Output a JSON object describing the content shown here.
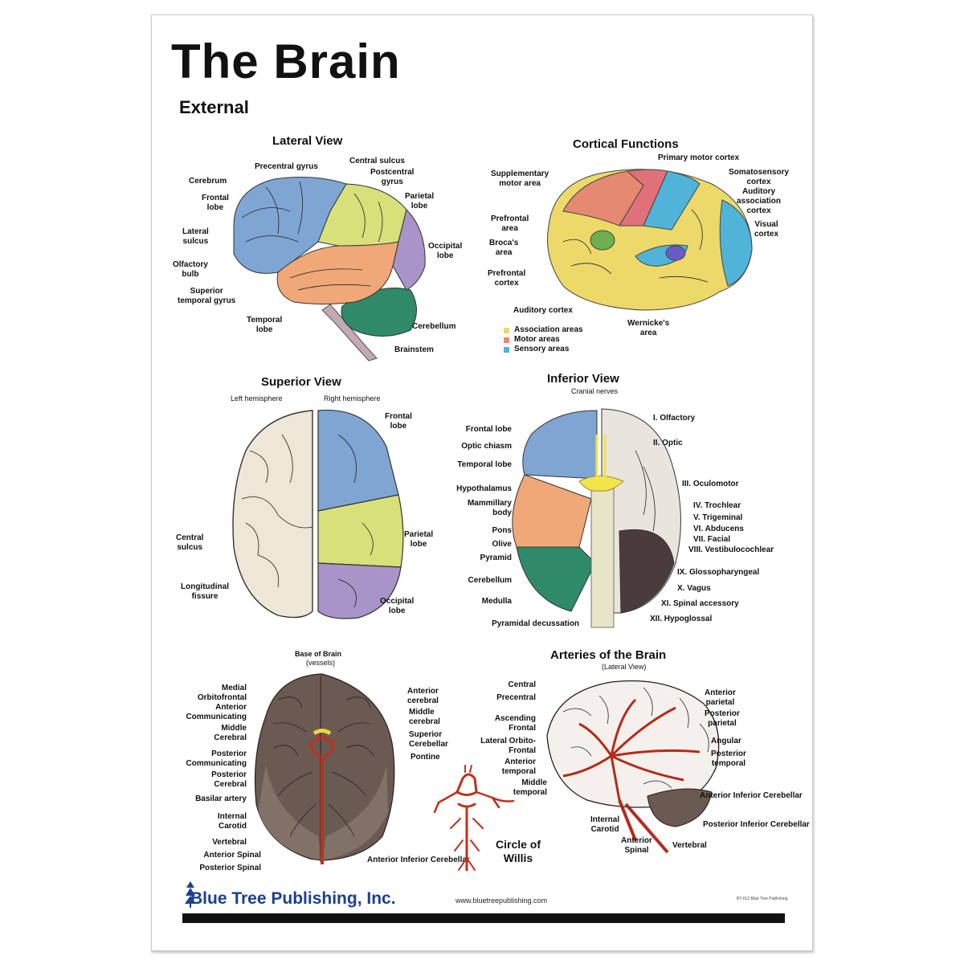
{
  "poster": {
    "title": "The Brain",
    "subtitle": "External"
  },
  "lateral": {
    "heading": "Lateral View",
    "labels": {
      "cerebrum": "Cerebrum",
      "precentral": "Precentral gyrus",
      "central_sulcus": "Central sulcus",
      "postcentral": "Postcentral\ngyrus",
      "frontal": "Frontal\nlobe",
      "parietal": "Parietal\nlobe",
      "lateral_sulcus": "Lateral\nsulcus",
      "occipital": "Occipital\nlobe",
      "olfactory": "Olfactory\nbulb",
      "superior_temporal": "Superior\ntemporal gyrus",
      "temporal": "Temporal\nlobe",
      "cerebellum": "Cerebellum",
      "brainstem": "Brainstem"
    }
  },
  "cortical": {
    "heading": "Cortical Functions",
    "labels": {
      "primary_motor": "Primary motor cortex",
      "supplementary_motor": "Supplementary\nmotor area",
      "somatosensory": "Somatosensory\ncortex",
      "auditory_assoc": "Auditory\nassociation\ncortex",
      "prefrontal": "Prefrontal\narea",
      "brocas": "Broca's\narea",
      "visual": "Visual\ncortex",
      "prefrontal_cortex": "Prefrontal\ncortex",
      "auditory_cortex": "Auditory cortex",
      "wernickes": "Wernicke's\narea"
    },
    "legend": [
      {
        "label": "Association areas",
        "color": "#ecd96a"
      },
      {
        "label": "Motor areas",
        "color": "#e58970"
      },
      {
        "label": "Sensory areas",
        "color": "#4fb4d8"
      }
    ]
  },
  "superior": {
    "heading": "Superior View",
    "left_hemi": "Left hemisphere",
    "right_hemi": "Right hemisphere",
    "labels": {
      "frontal": "Frontal\nlobe",
      "central_sulcus": "Central\nsulcus",
      "parietal": "Parietal\nlobe",
      "longitudinal": "Longitudinal\nfissure",
      "occipital": "Occipital\nlobe"
    }
  },
  "inferior": {
    "heading": "Inferior View",
    "subheading": "Cranial nerves",
    "left_labels": [
      "Frontal lobe",
      "Optic chiasm",
      "Temporal lobe",
      "Hypothalamus",
      "Mammillary\nbody",
      "Pons",
      "Olive",
      "Pyramid",
      "Cerebellum",
      "Medulla",
      "Pyramidal decussation"
    ],
    "right_labels": [
      "I. Olfactory",
      "II. Optic",
      "III. Oculomotor",
      "IV. Trochlear",
      "V. Trigeminal",
      "VI. Abducens",
      "VII. Facial",
      "VIII. Vestibulocochlear",
      "IX. Glossopharyngeal",
      "X. Vagus",
      "XI. Spinal accessory",
      "XII. Hypoglossal"
    ]
  },
  "base": {
    "heading": "Base of Brain",
    "subheading": "(vessels)",
    "left_labels": [
      "Medial\nOrbitofrontal",
      "Anterior\nCommunicating",
      "Middle\nCerebral",
      "Posterior\nCommunicating",
      "Posterior\nCerebral",
      "Basilar artery",
      "Internal\nCarotid",
      "Vertebral",
      "Anterior Spinal",
      "Posterior Spinal"
    ],
    "right_labels": [
      "Anterior\ncerebral",
      "Middle\ncerebral",
      "Superior\nCerebellar",
      "Pontine",
      "Anterior Inferior\nCerebellar"
    ]
  },
  "arteries": {
    "heading": "Arteries of the Brain",
    "subheading": "(Lateral View)",
    "left_labels": [
      "Central",
      "Precentral",
      "Ascending\nFrontal",
      "Lateral Orbito-\nFrontal",
      "Anterior\ntemporal",
      "Middle\ntemporal"
    ],
    "right_labels": [
      "Anterior\nparietal",
      "Posterior\nparietal",
      "Angular",
      "Posterior\ntemporal",
      "Anterior Inferior\nCerebellar",
      "Posterior Inferior\nCerebellar",
      "Vertebral"
    ],
    "bottom_labels": [
      "Internal\nCarotid",
      "Anterior\nSpinal"
    ]
  },
  "circle": {
    "label": "Circle of\nWillis"
  },
  "footer": {
    "publisher": "Blue Tree Publishing, Inc.",
    "website": "www.bluetreepublishing.com",
    "code": "BT-012 Blue Tree Publishing"
  },
  "colors": {
    "frontal": "#7fa6d3",
    "parietal": "#d8e07a",
    "temporal": "#f0a878",
    "occipital": "#a894c8",
    "cerebellum": "#2f8a6a",
    "brainstem": "#c3a9b8",
    "artery": "#b62a1c",
    "publisher_blue": "#1c3f92"
  }
}
